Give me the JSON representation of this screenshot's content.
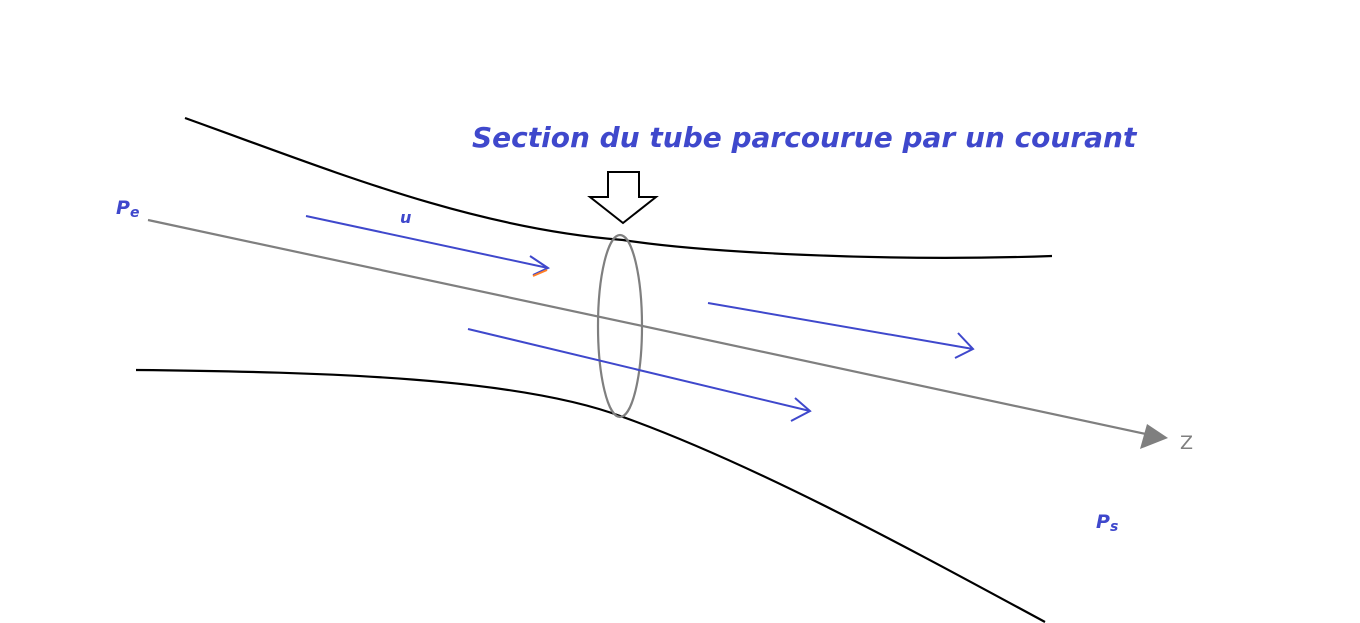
{
  "diagram": {
    "title": "Section du tube parcourue par un courant",
    "labels": {
      "pressure_in": {
        "main": "P",
        "sub": "e"
      },
      "pressure_out": {
        "main": "P",
        "sub": "s"
      },
      "velocity": "u",
      "axis": "Z"
    },
    "colors": {
      "annotation_blue": "#3f48cc",
      "tube_wall": "#000000",
      "axis_gray": "#7f7f7f",
      "accent_orange": "#ff7f27",
      "background": "#ffffff"
    },
    "icons": {
      "section_pointer": "down-arrow-outline",
      "cross_section": "ellipse-outline"
    }
  }
}
